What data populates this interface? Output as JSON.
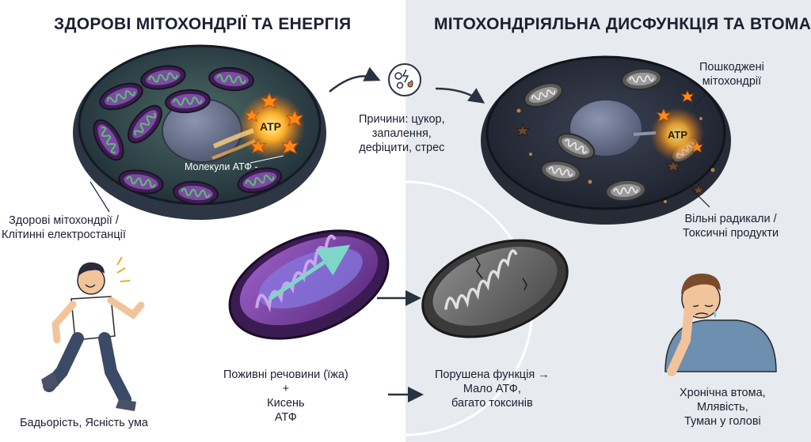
{
  "left_title": "ЗДОРОВІ МІТОХОНДРІЇ ТА ЕНЕРГІЯ",
  "right_title": "МІТОХОНДРІЯЛЬНА ДИСФУНКЦІЯ ТА ВТОМА",
  "atp_molecules_label": "Молекули АТФ -",
  "atp_badge": "ATP",
  "healthy_mito_label": [
    "Здорові мітохондрії /",
    "Клітинні електростанції"
  ],
  "causes_label": [
    "Причини: цукор,",
    "запалення,",
    "дефіцити, стрес"
  ],
  "damaged_mito_label": [
    "Пошкоджені",
    "мітохондрії"
  ],
  "free_radicals_label": [
    "Вільні радикали /",
    "Токсичні продукти"
  ],
  "nutrients_label": [
    "Поживні речовини (їжа)",
    "+",
    "Кисень",
    "АТФ"
  ],
  "impaired_label": [
    "Порушена функція →",
    "Мало АТФ,",
    "багато токсинів"
  ],
  "vigor_label": "Бадьорість, Ясність ума",
  "fatigue_label": [
    "Хронічна втома,",
    "Млявість,",
    "Туман у голові"
  ]
}
